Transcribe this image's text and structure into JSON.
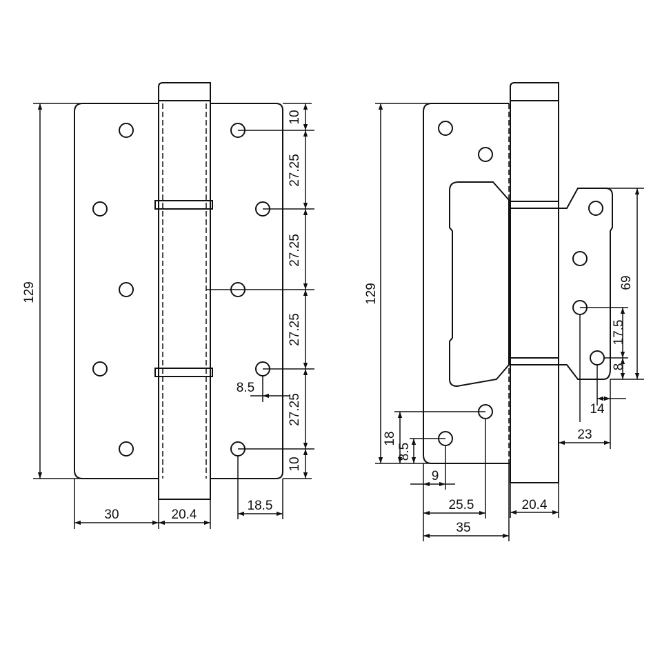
{
  "diagram": {
    "left_view": {
      "dims": {
        "height": "129",
        "leaf_left_width": "30",
        "knuckle_width": "20.4",
        "hole_edge_offset": "18.5",
        "hole_x_offset": "8.5",
        "top_margin": "10",
        "bottom_margin": "10",
        "pitch_1": "27.25",
        "pitch_2": "27.25",
        "pitch_3": "27.25",
        "pitch_4": "27.25"
      }
    },
    "right_view": {
      "dims": {
        "height": "129",
        "offset_height": "69",
        "hole_pitch": "17.5",
        "hole_bottom": "8",
        "hole_offset": "14",
        "plate_width": "23",
        "knuckle_width": "20.4",
        "hole_height_high": "18",
        "hole_height_low": "8.5",
        "hole_x_low": "9",
        "hole_x_high": "25.5",
        "total_width": "35"
      }
    }
  }
}
